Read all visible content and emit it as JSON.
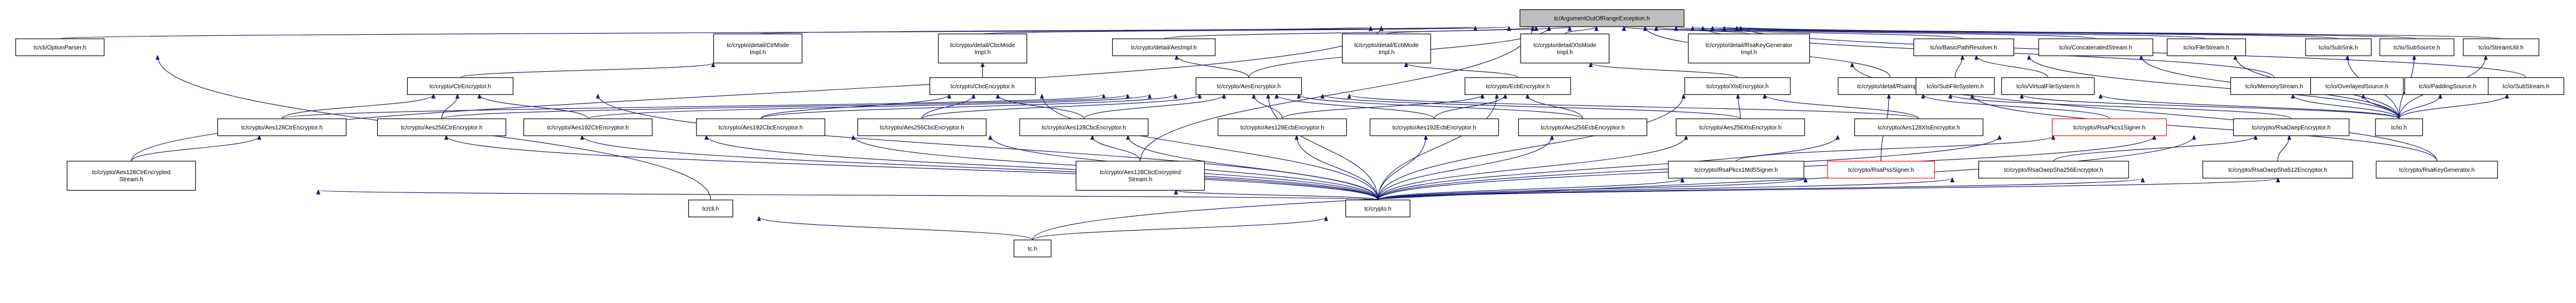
{
  "colors": {
    "edge": "#191970",
    "node_border": "#000000",
    "root_fill": "#bfbfbf",
    "node_fill": "#ffffff",
    "highlight_border": "#ff0000",
    "text": "#000000"
  },
  "nodes": [
    {
      "id": "root",
      "label": "tc/ArgumentOutOfRangeException.h",
      "style": "root"
    },
    {
      "id": "optionparser",
      "label": "tc/cli/OptionParser.h"
    },
    {
      "id": "ctrmodeimpl",
      "label": "tc/crypto/detail/CtrMode Impl.h"
    },
    {
      "id": "cbcmodeimpl",
      "label": "tc/crypto/detail/CbcMode Impl.h"
    },
    {
      "id": "aesimpl",
      "label": "tc/crypto/detail/AesImpl.h"
    },
    {
      "id": "ecbmodeimpl",
      "label": "tc/crypto/detail/EcbMode Impl.h"
    },
    {
      "id": "xtsmodeimpl",
      "label": "tc/crypto/detail/XtsMode Impl.h"
    },
    {
      "id": "rsakeygenimpl",
      "label": "tc/crypto/detail/RsaKeyGenerator Impl.h"
    },
    {
      "id": "basicpathresolver",
      "label": "tc/io/BasicPathResolver.h"
    },
    {
      "id": "concatenatedstream",
      "label": "tc/io/ConcatenatedStream.h"
    },
    {
      "id": "filestream",
      "label": "tc/io/FileStream.h"
    },
    {
      "id": "subsink",
      "label": "tc/io/SubSink.h"
    },
    {
      "id": "subsource",
      "label": "tc/io/SubSource.h"
    },
    {
      "id": "streamutil",
      "label": "tc/io/StreamUtil.h"
    },
    {
      "id": "ctrencryptor",
      "label": "tc/crypto/CtrEncryptor.h"
    },
    {
      "id": "cbcencryptor",
      "label": "tc/crypto/CbcEncryptor.h"
    },
    {
      "id": "aesencryptor",
      "label": "tc/crypto/AesEncryptor.h"
    },
    {
      "id": "ecbencryptor",
      "label": "tc/crypto/EcbEncryptor.h"
    },
    {
      "id": "xtsencryptor",
      "label": "tc/crypto/XtsEncryptor.h"
    },
    {
      "id": "rsaimpl",
      "label": "tc/crypto/detail/RsaImpl.h"
    },
    {
      "id": "subfilesystem",
      "label": "tc/io/SubFileSystem.h"
    },
    {
      "id": "virtualfilesystem",
      "label": "tc/io/VirtualFileSystem.h"
    },
    {
      "id": "memorystream",
      "label": "tc/io/MemoryStream.h"
    },
    {
      "id": "overlayedsource",
      "label": "tc/io/OverlayedSource.h"
    },
    {
      "id": "paddingsource",
      "label": "tc/io/PaddingSource.h"
    },
    {
      "id": "substream",
      "label": "tc/io/SubStream.h"
    },
    {
      "id": "aes128ctrenc",
      "label": "tc/crypto/Aes128CtrEncryptor.h"
    },
    {
      "id": "aes256ctrenc",
      "label": "tc/crypto/Aes256CtrEncryptor.h"
    },
    {
      "id": "aes192ctrenc",
      "label": "tc/crypto/Aes192CtrEncryptor.h"
    },
    {
      "id": "aes192cbcenc",
      "label": "tc/crypto/Aes192CbcEncryptor.h"
    },
    {
      "id": "aes256cbcenc",
      "label": "tc/crypto/Aes256CbcEncryptor.h"
    },
    {
      "id": "aes128cbcenc",
      "label": "tc/crypto/Aes128CbcEncryptor.h"
    },
    {
      "id": "aes128ecbenc",
      "label": "tc/crypto/Aes128EcbEncryptor.h"
    },
    {
      "id": "aes192ecbenc",
      "label": "tc/crypto/Aes192EcbEncryptor.h"
    },
    {
      "id": "aes256ecbenc",
      "label": "tc/crypto/Aes256EcbEncryptor.h"
    },
    {
      "id": "aes256xtsenc",
      "label": "tc/crypto/Aes256XtsEncryptor.h"
    },
    {
      "id": "aes128xtsenc",
      "label": "tc/crypto/Aes128XtsEncryptor.h"
    },
    {
      "id": "rsapkcs1signer",
      "label": "tc/crypto/RsaPkcs1Signer.h",
      "style": "highlight"
    },
    {
      "id": "rsaoaepencryptor",
      "label": "tc/crypto/RsaOaepEncryptor.h"
    },
    {
      "id": "io",
      "label": "tc/io.h"
    },
    {
      "id": "aes128ctrencstream",
      "label": "tc/crypto/Aes128CtrEncrypted Stream.h"
    },
    {
      "id": "aes128cbcencstream",
      "label": "tc/crypto/Aes128CbcEncrypted Stream.h"
    },
    {
      "id": "rsapkcs1md5signer",
      "label": "tc/crypto/RsaPkcs1Md5Signer.h"
    },
    {
      "id": "rsapsssigner",
      "label": "tc/crypto/RsaPssSigner.h",
      "style": "highlight"
    },
    {
      "id": "rsaoaepsha256enc",
      "label": "tc/crypto/RsaOaepSha256Encryptor.h"
    },
    {
      "id": "rsaoaepsha512enc",
      "label": "tc/crypto/RsaOaepSha512Encryptor.h"
    },
    {
      "id": "rsakeygenerator",
      "label": "tc/crypto/RsaKeyGenerator.h"
    },
    {
      "id": "cli",
      "label": "tc/cli.h"
    },
    {
      "id": "crypto",
      "label": "tc/crypto.h"
    },
    {
      "id": "tc",
      "label": "tc.h"
    }
  ],
  "edges": [
    [
      "optionparser",
      "root"
    ],
    [
      "ctrmodeimpl",
      "root"
    ],
    [
      "cbcmodeimpl",
      "root"
    ],
    [
      "aesimpl",
      "root"
    ],
    [
      "ecbmodeimpl",
      "root"
    ],
    [
      "xtsmodeimpl",
      "root"
    ],
    [
      "rsakeygenimpl",
      "root"
    ],
    [
      "basicpathresolver",
      "root"
    ],
    [
      "concatenatedstream",
      "root"
    ],
    [
      "filestream",
      "root"
    ],
    [
      "subsink",
      "root"
    ],
    [
      "subsource",
      "root"
    ],
    [
      "streamutil",
      "root"
    ],
    [
      "aesencryptor",
      "root"
    ],
    [
      "rsaimpl",
      "root"
    ],
    [
      "memorystream",
      "root"
    ],
    [
      "substream",
      "root"
    ],
    [
      "aes128ctrencstream",
      "root"
    ],
    [
      "aes128cbcencstream",
      "root"
    ],
    [
      "ctrencryptor",
      "ctrmodeimpl"
    ],
    [
      "cbcencryptor",
      "cbcmodeimpl"
    ],
    [
      "aesencryptor",
      "aesimpl"
    ],
    [
      "ecbencryptor",
      "ecbmodeimpl"
    ],
    [
      "xtsencryptor",
      "xtsmodeimpl"
    ],
    [
      "rsakeygenerator",
      "rsakeygenimpl"
    ],
    [
      "subfilesystem",
      "basicpathresolver"
    ],
    [
      "virtualfilesystem",
      "basicpathresolver"
    ],
    [
      "aes128ctrenc",
      "ctrencryptor"
    ],
    [
      "aes256ctrenc",
      "ctrencryptor"
    ],
    [
      "aes192ctrenc",
      "ctrencryptor"
    ],
    [
      "aes192cbcenc",
      "cbcencryptor"
    ],
    [
      "aes256cbcenc",
      "cbcencryptor"
    ],
    [
      "aes128cbcenc",
      "cbcencryptor"
    ],
    [
      "aes128ctrenc",
      "aesencryptor"
    ],
    [
      "aes256ctrenc",
      "aesencryptor"
    ],
    [
      "aes192ctrenc",
      "aesencryptor"
    ],
    [
      "aes192cbcenc",
      "aesencryptor"
    ],
    [
      "aes256cbcenc",
      "aesencryptor"
    ],
    [
      "aes128cbcenc",
      "aesencryptor"
    ],
    [
      "aes128ecbenc",
      "aesencryptor"
    ],
    [
      "aes192ecbenc",
      "aesencryptor"
    ],
    [
      "aes256ecbenc",
      "aesencryptor"
    ],
    [
      "aes256xtsenc",
      "aesencryptor"
    ],
    [
      "aes128xtsenc",
      "aesencryptor"
    ],
    [
      "crypto",
      "aesencryptor"
    ],
    [
      "aes128ecbenc",
      "ecbencryptor"
    ],
    [
      "aes192ecbenc",
      "ecbencryptor"
    ],
    [
      "aes256ecbenc",
      "ecbencryptor"
    ],
    [
      "aes256xtsenc",
      "xtsencryptor"
    ],
    [
      "aes128xtsenc",
      "xtsencryptor"
    ],
    [
      "rsapkcs1signer",
      "rsaimpl"
    ],
    [
      "rsaoaepencryptor",
      "rsaimpl"
    ],
    [
      "rsakeygenerator",
      "rsaimpl"
    ],
    [
      "io",
      "subfilesystem"
    ],
    [
      "io",
      "virtualfilesystem"
    ],
    [
      "io",
      "basicpathresolver"
    ],
    [
      "io",
      "concatenatedstream"
    ],
    [
      "io",
      "filestream"
    ],
    [
      "io",
      "memorystream"
    ],
    [
      "io",
      "overlayedsource"
    ],
    [
      "io",
      "paddingsource"
    ],
    [
      "io",
      "substream"
    ],
    [
      "io",
      "subsink"
    ],
    [
      "io",
      "subsource"
    ],
    [
      "io",
      "streamutil"
    ],
    [
      "aes128ctrencstream",
      "aes128ctrenc"
    ],
    [
      "aes128cbcencstream",
      "aes128cbcenc"
    ],
    [
      "rsapkcs1md5signer",
      "rsapkcs1signer"
    ],
    [
      "rsapsssigner",
      "rsaimpl"
    ],
    [
      "rsaoaepsha256enc",
      "rsaoaepencryptor"
    ],
    [
      "rsaoaepsha512enc",
      "rsaoaepencryptor"
    ],
    [
      "crypto",
      "aes128ctrenc"
    ],
    [
      "crypto",
      "aes256ctrenc"
    ],
    [
      "crypto",
      "aes192ctrenc"
    ],
    [
      "crypto",
      "aes192cbcenc"
    ],
    [
      "crypto",
      "aes256cbcenc"
    ],
    [
      "crypto",
      "aes128cbcenc"
    ],
    [
      "crypto",
      "aes128ecbenc"
    ],
    [
      "crypto",
      "aes192ecbenc"
    ],
    [
      "crypto",
      "aes256ecbenc"
    ],
    [
      "crypto",
      "aes256xtsenc"
    ],
    [
      "crypto",
      "aes128xtsenc"
    ],
    [
      "crypto",
      "rsapkcs1signer"
    ],
    [
      "crypto",
      "aes128ctrencstream"
    ],
    [
      "crypto",
      "aes128cbcencstream"
    ],
    [
      "crypto",
      "rsapkcs1md5signer"
    ],
    [
      "crypto",
      "rsapsssigner"
    ],
    [
      "crypto",
      "rsaoaepsha256enc"
    ],
    [
      "crypto",
      "rsaoaepsha512enc"
    ],
    [
      "crypto",
      "rsakeygenerator"
    ],
    [
      "crypto",
      "ctrencryptor"
    ],
    [
      "crypto",
      "cbcencryptor"
    ],
    [
      "crypto",
      "ecbencryptor"
    ],
    [
      "crypto",
      "xtsencryptor"
    ],
    [
      "crypto",
      "rsaoaepencryptor"
    ],
    [
      "cli",
      "optionparser"
    ],
    [
      "tc",
      "cli"
    ],
    [
      "tc",
      "crypto"
    ],
    [
      "tc",
      "io"
    ]
  ]
}
